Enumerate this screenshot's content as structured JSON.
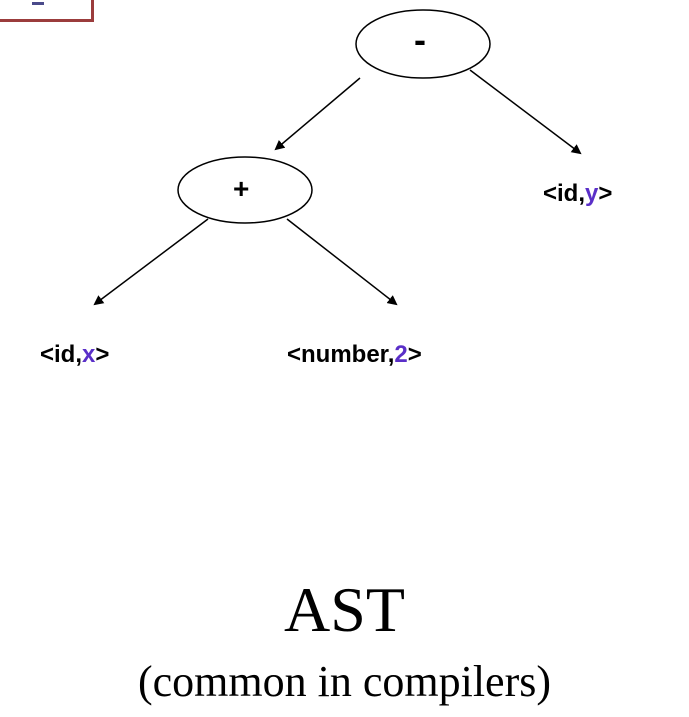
{
  "tree": {
    "root": {
      "label": "-"
    },
    "plus": {
      "label": "+"
    },
    "leaf_y": {
      "open": "<id,",
      "value": "y",
      "close": ">"
    },
    "leaf_x": {
      "open": "<id,",
      "value": "x",
      "close": ">"
    },
    "leaf_num": {
      "open": "<number,",
      "value": "2",
      "close": ">"
    }
  },
  "caption": {
    "title": "AST",
    "subtitle": "(common in compilers)"
  },
  "colors": {
    "accent": "#5a2fc8",
    "frame": "#9b3c3c"
  }
}
